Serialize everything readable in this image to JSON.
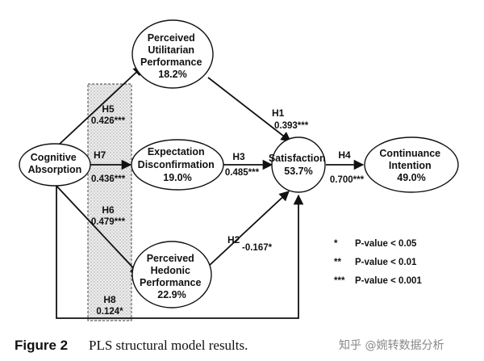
{
  "nodes": {
    "ca": [
      "Cognitive",
      "Absorption"
    ],
    "pup": [
      "Perceived",
      "Utilitarian",
      "Performance",
      "18.2%"
    ],
    "ed": [
      "Expectation",
      "Disconfirmation",
      "19.0%"
    ],
    "sat": [
      "Satisfaction",
      "53.7%"
    ],
    "ci": [
      "Continuance",
      "Intention",
      "49.0%"
    ],
    "php": [
      "Perceived",
      "Hedonic",
      "Performance",
      "22.9%"
    ]
  },
  "paths": {
    "h5": {
      "label": "H5",
      "coef": "0.426***"
    },
    "h7": {
      "label": "H7",
      "coef": "0.436***"
    },
    "h6": {
      "label": "H6",
      "coef": "0.479***"
    },
    "h8": {
      "label": "H8",
      "coef": "0.124*"
    },
    "h1": {
      "label": "H1",
      "coef": "0.393***"
    },
    "h3": {
      "label": "H3",
      "coef": "0.485***"
    },
    "h4": {
      "label": "H4",
      "coef": "0.700***"
    },
    "h2": {
      "label": "H2",
      "coef": "-0.167*"
    }
  },
  "legend": [
    {
      "mark": "*",
      "text": "P-value < 0.05"
    },
    {
      "mark": "**",
      "text": "P-value < 0.01"
    },
    {
      "mark": "***",
      "text": "P-value < 0.001"
    }
  ],
  "caption": {
    "label": "Figure 2",
    "text": "PLS structural model results."
  },
  "watermark": "知乎 @婉转数据分析",
  "colors": {
    "stroke": "#111111",
    "shaded_band": "#e9e9e9"
  }
}
